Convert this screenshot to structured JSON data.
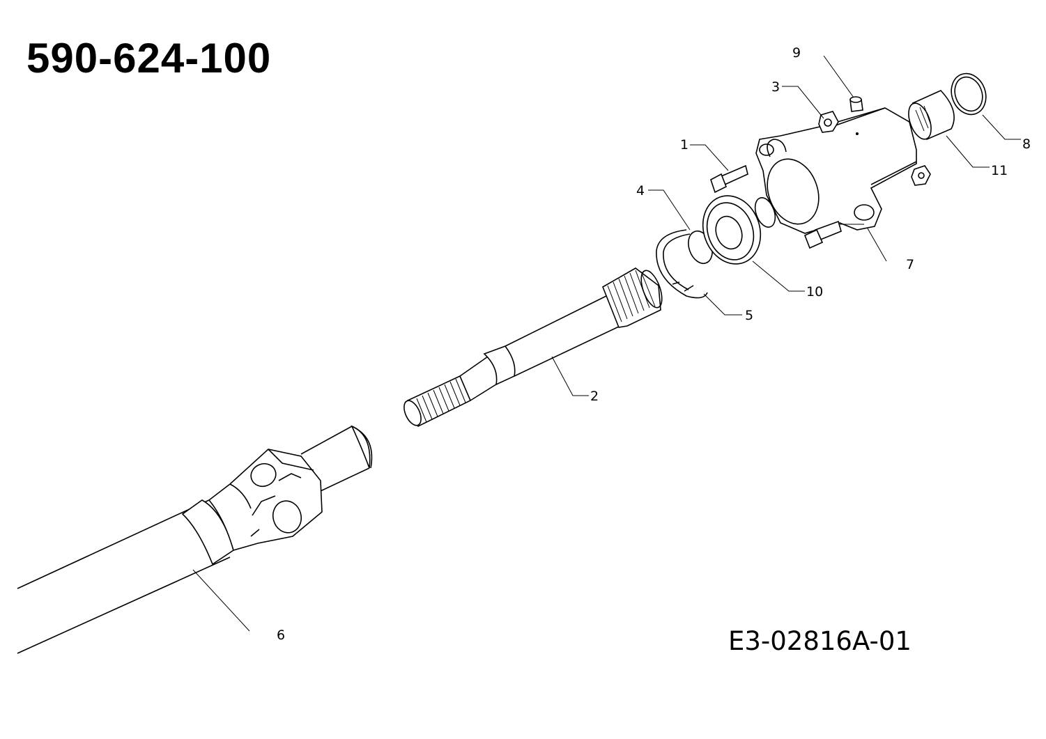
{
  "header": {
    "part_number": "590-624-100"
  },
  "footer": {
    "drawing_code": "E3-02816A-01"
  },
  "callouts": {
    "c1": "1",
    "c2": "2",
    "c3": "3",
    "c4": "4",
    "c5": "5",
    "c6": "6",
    "c7": "7",
    "c8": "8",
    "c9": "9",
    "c10": "10",
    "c11": "11"
  }
}
